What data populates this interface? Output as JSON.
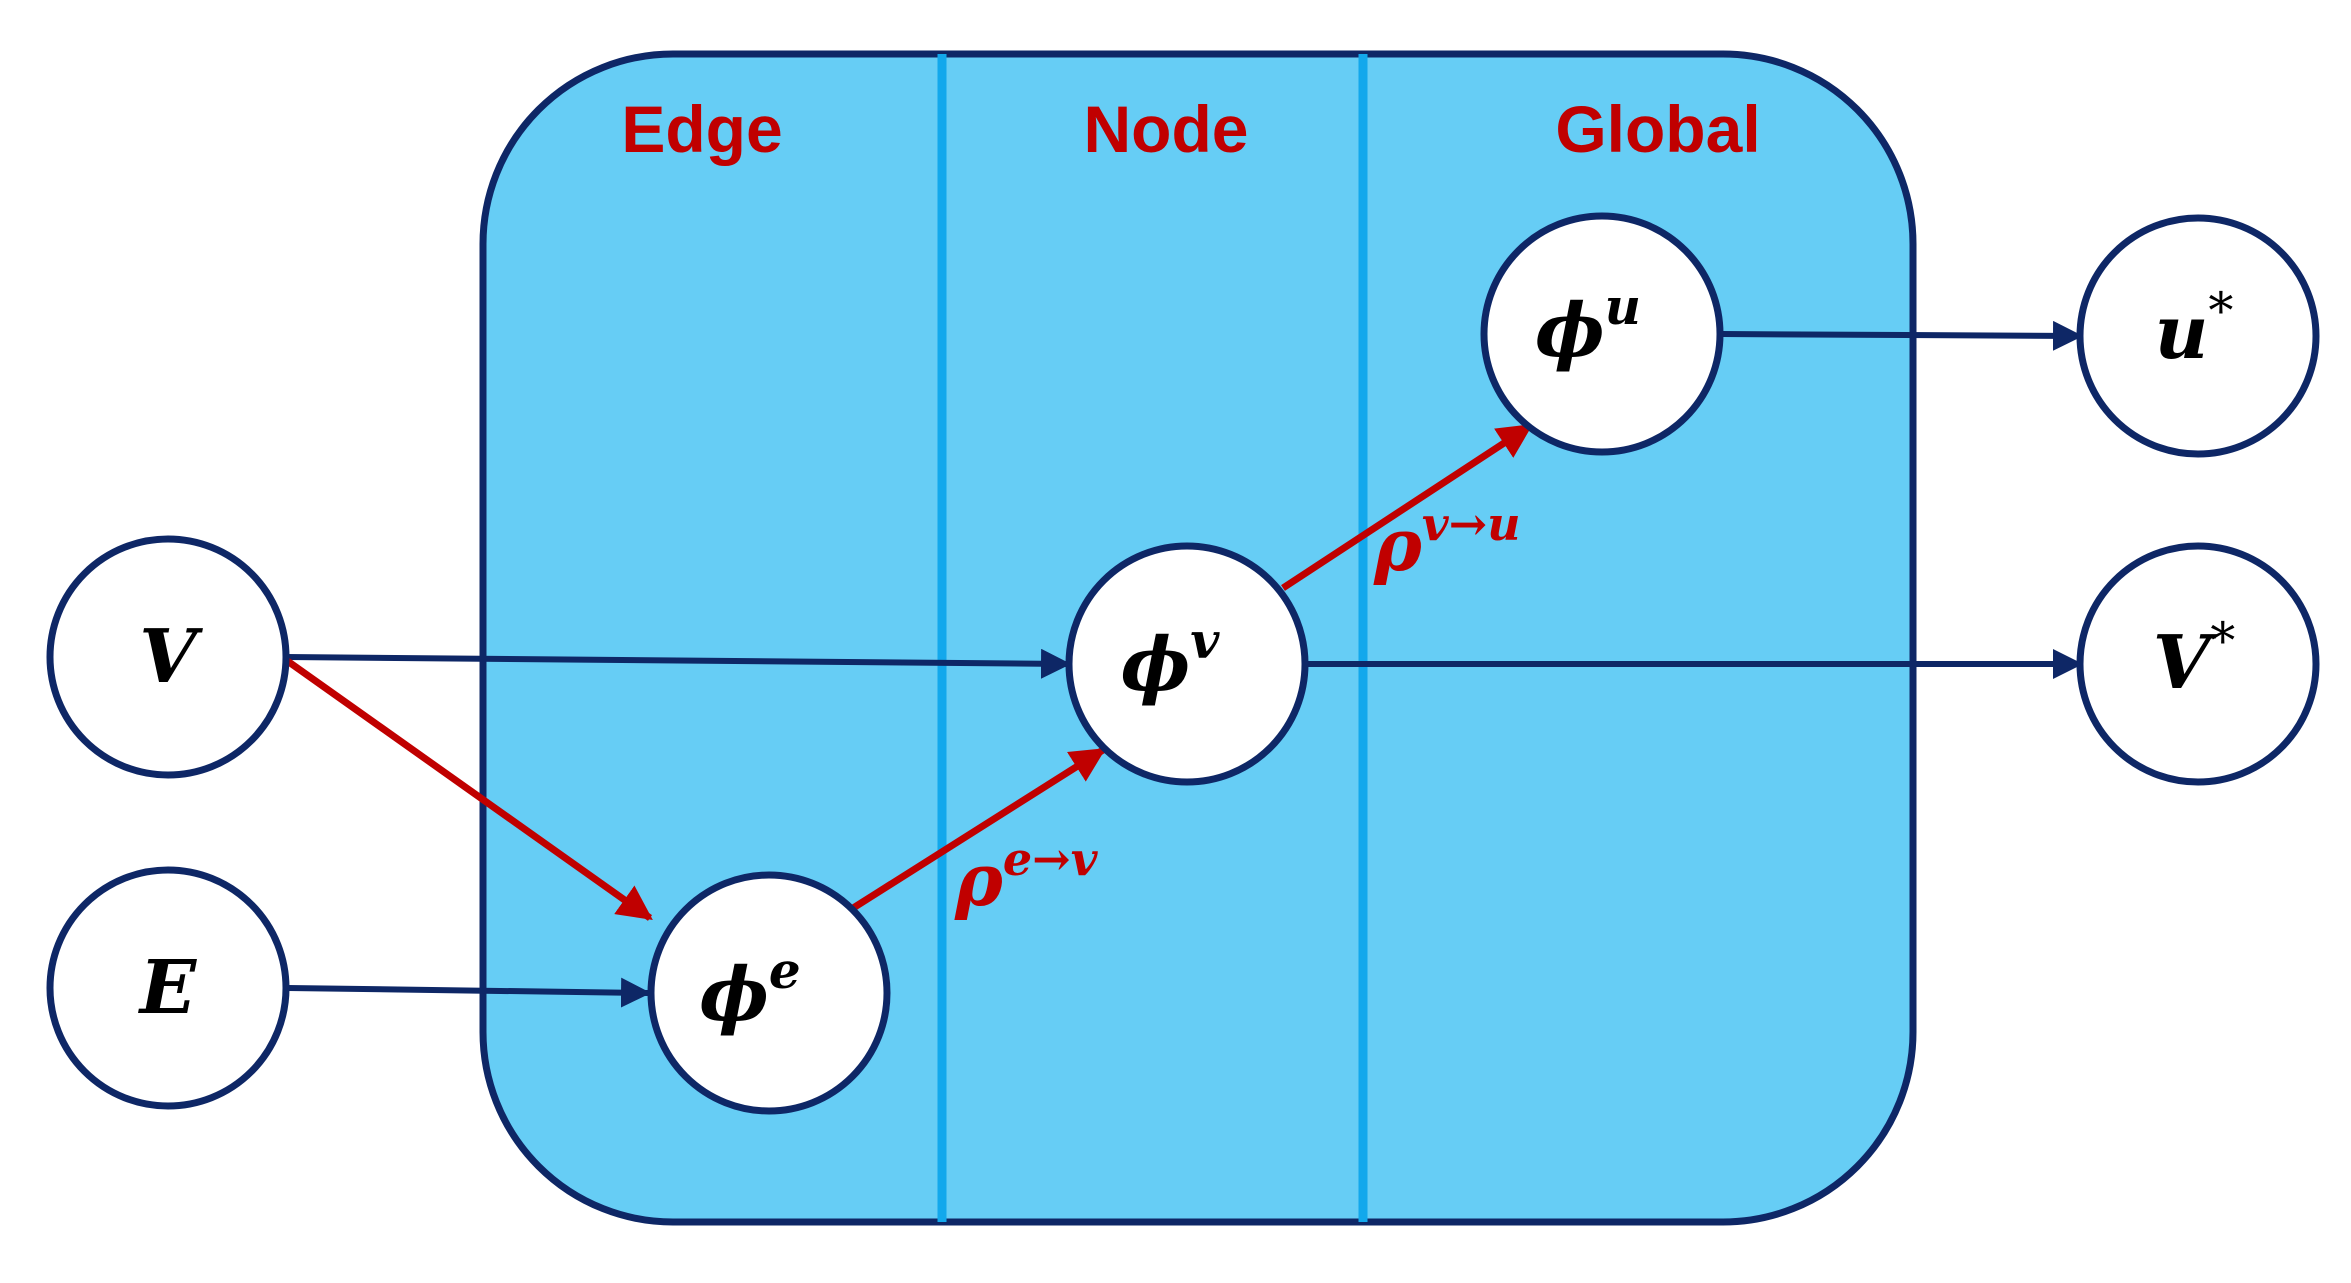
{
  "sections": {
    "edge": "Edge",
    "node": "Node",
    "global": "Global"
  },
  "inputs": {
    "v": "V",
    "e": "E"
  },
  "functions": {
    "phi_e": {
      "symbol": "ϕ",
      "sup": "e"
    },
    "phi_v": {
      "symbol": "ϕ",
      "sup": "v"
    },
    "phi_u": {
      "symbol": "ϕ",
      "sup": "u"
    }
  },
  "outputs": {
    "u_star": {
      "symbol": "u",
      "sup": "*"
    },
    "v_star": {
      "symbol": "V",
      "sup": "*"
    }
  },
  "aggregations": {
    "rho_ev": {
      "symbol": "ρ",
      "sup": "e→v"
    },
    "rho_vu": {
      "symbol": "ρ",
      "sup": "v→u"
    }
  },
  "colors": {
    "block_fill": "#66cdf5",
    "block_stroke": "#0e2766",
    "divider": "#12a8ec",
    "flow_arrow": "#0e2766",
    "aggregation_arrow": "#c00000",
    "label_red": "#c00000"
  }
}
